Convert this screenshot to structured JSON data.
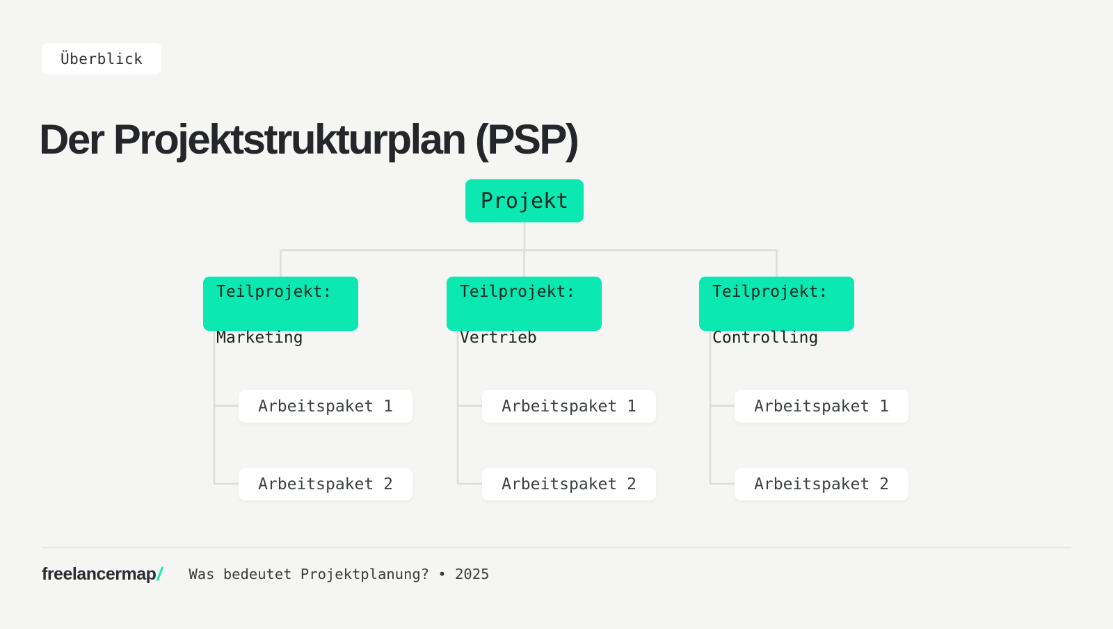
{
  "colors": {
    "background": "#f5f5f3",
    "accent": "#0be8b1",
    "connector": "#dcdcda",
    "heading_text": "#242629",
    "node_text_on_teal": "#14241f",
    "package_text": "#3c4140"
  },
  "badge": {
    "label": "Überblick"
  },
  "heading": {
    "title": "Der Projektstrukturplan (PSP)"
  },
  "diagram": {
    "root": {
      "label": "Projekt"
    },
    "branches": [
      {
        "prefix": "Teilprojekt:",
        "name": "Marketing",
        "packages": [
          "Arbeitspaket 1",
          "Arbeitspaket 2"
        ]
      },
      {
        "prefix": "Teilprojekt:",
        "name": "Vertrieb",
        "packages": [
          "Arbeitspaket 1",
          "Arbeitspaket 2"
        ]
      },
      {
        "prefix": "Teilprojekt:",
        "name": "Controlling",
        "packages": [
          "Arbeitspaket 1",
          "Arbeitspaket 2"
        ]
      }
    ]
  },
  "footer": {
    "logo": "freelancermap",
    "logo_slash": "/",
    "caption": "Was bedeutet Projektplanung? • 2025"
  }
}
